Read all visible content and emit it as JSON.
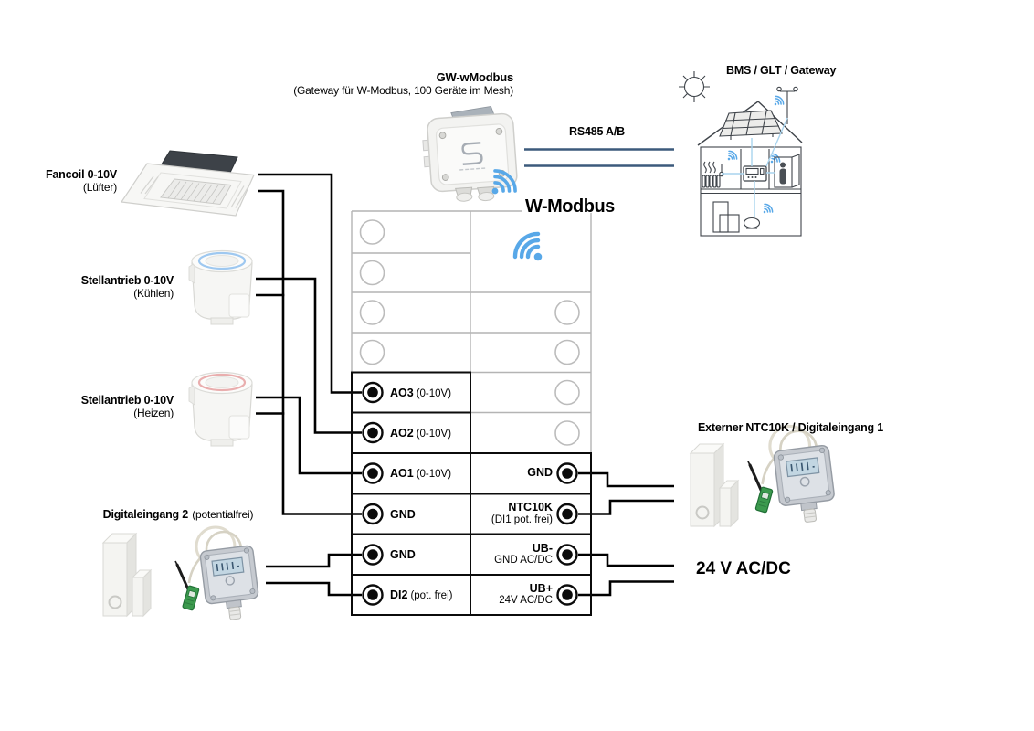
{
  "colors": {
    "wire": "#000000",
    "rs485_line": "#3c5a7c",
    "wifi_blue": "#58a8e8",
    "house_link_blue": "#a9d4ee",
    "table_grey": "#b4b4b4",
    "terminal_black": "#0b0b0b"
  },
  "header": {
    "gateway_title": "GW-wModbus",
    "gateway_subtitle": "(Gateway für W-Modbus, 100 Geräte im Mesh)",
    "bms_label": "BMS / GLT / Gateway",
    "rs485_label": "RS485 A/B",
    "wmodbus_label": "W-Modbus"
  },
  "left_devices": {
    "fancoil": {
      "title": "Fancoil 0-10V",
      "subtitle": "(Lüfter)"
    },
    "valve_cool": {
      "title": "Stellantrieb 0-10V",
      "subtitle": "(Kühlen)"
    },
    "valve_heat": {
      "title": "Stellantrieb 0-10V",
      "subtitle": "(Heizen)"
    },
    "digital_in2": {
      "title": "Digitaleingang 2",
      "subtitle": "(potentialfrei)"
    }
  },
  "terminals": {
    "left": [
      {
        "name": "AO3",
        "sub": "(0-10V)"
      },
      {
        "name": "AO2",
        "sub": "(0-10V)"
      },
      {
        "name": "AO1",
        "sub": "(0-10V)"
      },
      {
        "name": "GND",
        "sub": ""
      },
      {
        "name": "GND",
        "sub": ""
      },
      {
        "name": "DI2",
        "sub": "(pot. frei)"
      }
    ],
    "right": [
      {
        "line1": "GND",
        "line2": ""
      },
      {
        "line1": "NTC10K",
        "line2": "(DI1 pot. frei)"
      },
      {
        "line1": "UB-",
        "line2": "GND AC/DC"
      },
      {
        "line1": "UB+",
        "line2": "24V AC/DC"
      }
    ]
  },
  "right_side": {
    "sensor_label": "Externer NTC10K / Digitaleingang 1",
    "power_label": "24 V AC/DC"
  }
}
